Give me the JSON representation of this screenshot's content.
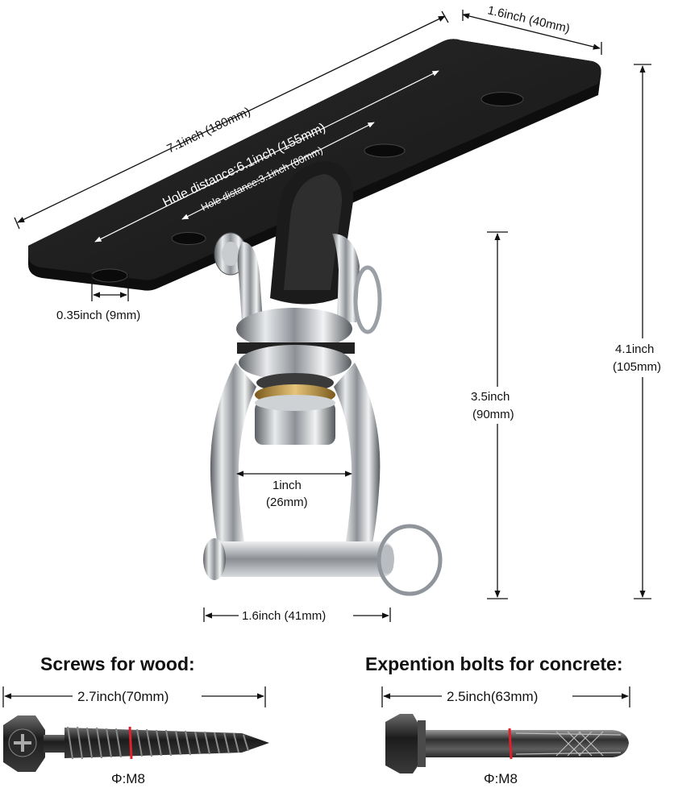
{
  "dimensions": {
    "plate_width": "1.6inch (40mm)",
    "plate_length": "7.1inch (180mm)",
    "hole_distance_outer": "Hole distance:6.1inch (155mm)",
    "hole_distance_inner": "Hole distance:3.1inch (80mm)",
    "hole_diameter": "0.35inch (9mm)",
    "total_height_inch": "4.1inch",
    "total_height_mm": "(105mm)",
    "swivel_height_inch": "3.5inch",
    "swivel_height_mm": "(90mm)",
    "shackle_opening_inch": "1inch",
    "shackle_opening_mm": "(26mm)",
    "shackle_width": "1.6inch (41mm)"
  },
  "hardware": {
    "wood_title": "Screws for wood:",
    "wood_length": "2.7inch(70mm)",
    "wood_diameter": "Φ:M8",
    "concrete_title": "Expention bolts for concrete:",
    "concrete_length": "2.5inch(63mm)",
    "concrete_diameter": "Φ:M8"
  }
}
